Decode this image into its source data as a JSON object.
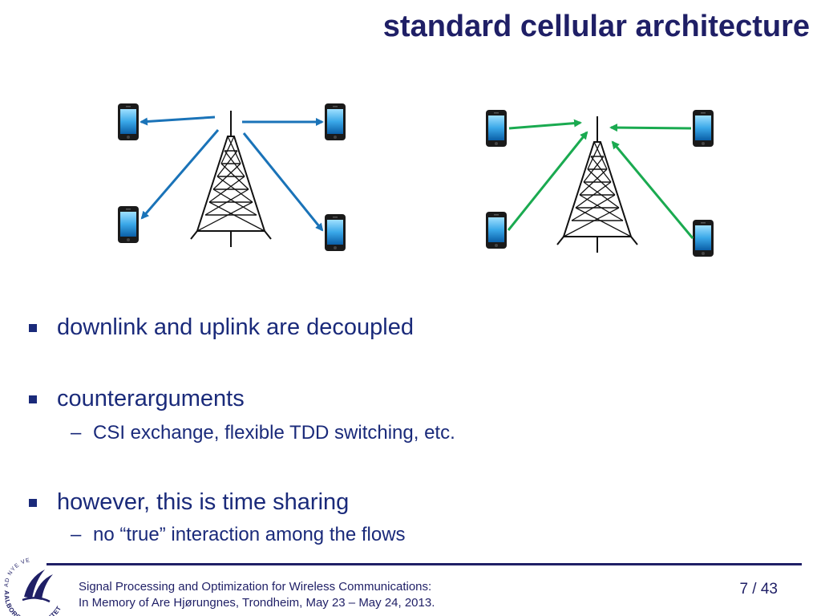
{
  "slide": {
    "title": "standard cellular architecture"
  },
  "bullets": [
    {
      "text": "downlink and uplink are decoupled",
      "sub": []
    },
    {
      "text": "counterarguments",
      "sub": [
        "CSI exchange, flexible TDD switching, etc."
      ]
    },
    {
      "text": "however, this is time sharing",
      "sub": [
        "no “true” interaction among the flows"
      ]
    }
  ],
  "footer": {
    "line1": "Signal Processing and Optimization for Wireless Communications:",
    "line2": "In Memory of Are Hjørungnes, Trondheim, May 23 – May 24, 2013.",
    "page": "7 / 43"
  },
  "logo": {
    "text": "AALBORG UNIVERSITET",
    "motto": "AD NYE VEJE"
  },
  "colors": {
    "title": "#1f1f66",
    "bullet": "#1a2a7a",
    "downlink_arrow": "#1a73b8",
    "uplink_arrow": "#1aaa50"
  }
}
